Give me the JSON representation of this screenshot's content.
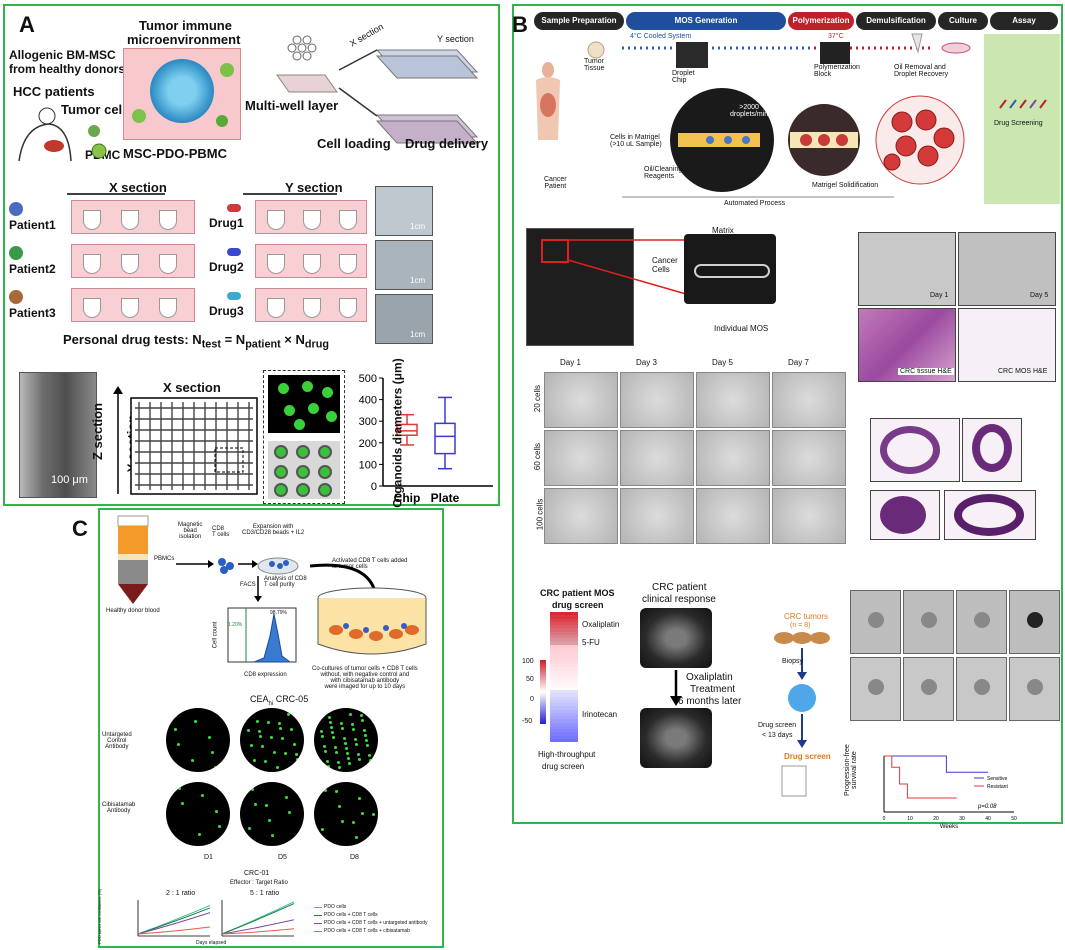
{
  "panel_a": {
    "label": "A",
    "top": {
      "bmmsc": "Allogenic BM-MSC",
      "bmmsc2": "from healthy donors",
      "hcc": "HCC patients",
      "tumor_cells": "Tumor cells",
      "pbmc": "PBMC",
      "tme_title": "Tumor immune",
      "tme_title2": "microenvironment",
      "mix": "MSC-PDO-PBMC",
      "multiwell": "Multi-well layer",
      "x_section": "X section",
      "y_section": "Y section",
      "cell_loading": "Cell loading",
      "drug_delivery": "Drug delivery"
    },
    "middle": {
      "x_section": "X section",
      "y_section": "Y section",
      "patients": [
        "Patient1",
        "Patient2",
        "Patient3"
      ],
      "drugs": [
        "Drug1",
        "Drug2",
        "Drug3"
      ],
      "scale": "1cm",
      "formula_prefix": "Personal drug tests: N",
      "formula_sub1": "test",
      "formula_mid": " = N",
      "formula_sub2": "patient",
      "formula_x": " × N",
      "formula_sub3": "drug"
    },
    "bottom": {
      "scale": "100 μm",
      "z_section": "Z section",
      "x_section": "X section",
      "y_section": "Y section"
    },
    "boxplot": {
      "ylabel": "Organoids diameters (μm)",
      "yticks": [
        "500",
        "400",
        "300",
        "200",
        "100",
        "0"
      ],
      "categories": [
        "Chip",
        "Plate"
      ]
    }
  },
  "panel_b": {
    "label": "B",
    "steps": [
      "Sample Preparation",
      "MOS Generation",
      "Polymerization",
      "Demulsification",
      "Culture",
      "Assay"
    ],
    "step_colors": [
      "#262626",
      "#1f4e9c",
      "#c0202a",
      "#262626",
      "#262626",
      "#262626"
    ],
    "cooled": "4°C Cooled System",
    "temp37": "37°C",
    "tumor_tissue": "Tumor\nTissue",
    "droplet_chip": "Droplet\nChip",
    "poly_block": "Polymerization\nBlock",
    "oil_removal": "Oil Removal and\nDroplet Recovery",
    "drug_screening": "Drug Screening",
    "rate": ">2000\ndroplets/min",
    "cells_matrigel": "Cells in Matrigel\n(>10 uL Sample)",
    "oil_reagents": "Oil/Cleaning\nReagents",
    "solidification": "Matrigel Solidification",
    "cancer_patient": "Cancer\nPatient",
    "automated": "Automated Process",
    "chip": {
      "matrix": "Matrix",
      "cancer_cells": "Cancer\nCells",
      "individual": "Individual MOS"
    },
    "histology": {
      "day1": "Day 1",
      "day5": "Day 5",
      "tissue": "CRC tissue H&E",
      "mos": "CRC MOS H&E"
    },
    "grid": {
      "days": [
        "Day 1",
        "Day 3",
        "Day 5",
        "Day 7"
      ],
      "rows": [
        "20 cells",
        "60 cells",
        "100 cells"
      ]
    },
    "heatmap": {
      "title": "CRC patient MOS",
      "title2": "drug screen",
      "drugs": [
        "Oxaliplatin",
        "5-FU",
        "Irinotecan"
      ],
      "scale_ticks": [
        "100",
        "50",
        "0",
        "-50"
      ],
      "footer": "High-throughput",
      "footer2": "drug screen"
    },
    "ct": {
      "title": "CRC patient",
      "title2": "clinical response",
      "treatment": "Oxaliplatin",
      "treatment2": "Treatment",
      "treatment3": "6 months later"
    },
    "flow": {
      "tumors": "CRC tumors",
      "n": "(n = 8)",
      "biopsy": "Biopsy",
      "screen": "Drug screen",
      "days": "< 13 days",
      "result": "Drug screen"
    },
    "km": {
      "ylabel": "Progression-free\nsurvival rate",
      "xlabel": "Weeks",
      "xticks": [
        "0",
        "10",
        "20",
        "30",
        "40",
        "50"
      ],
      "legend": [
        "Sensitive",
        "Resistant"
      ],
      "pvalue": "p=0.08"
    }
  },
  "panel_c": {
    "label": "C",
    "blood": "Healthy donor blood",
    "pbmcs": "PBMCs",
    "magnetic": "Magnetic\nbead\nisolation",
    "cd8": "CD8\nT cells",
    "expansion": "Expansion with\nCD3/CD28 beads + IL2",
    "activated": "Activated CD8 T cells added\nto tumor cells",
    "facs": "FACS",
    "analysis": "Analysis of CD8\nT cell purity",
    "hist_ylabel": "Cell count",
    "hist_xlabel": "CD8 expression",
    "pct1": "1.20%",
    "pct2": "98.79%",
    "coculture": "Co-cultures of tumor cells + CD8 T cells\nwithout, with negative control and\nwith cibisatamab antibody\nwere imaged for up to 10 days",
    "cea_title": "CEA",
    "cea_sub": "hi",
    "cea_rest": " CRC-05",
    "row1": "Untargeted\nControl\nAntibody",
    "row2": "Cibisatamab\nAntibody",
    "days": [
      "D1",
      "D5",
      "D8"
    ],
    "crc01": "CRC-01",
    "ratio_title": "Effector : Target Ratio",
    "ratios": [
      "2 : 1 ratio",
      "5 : 1 ratio"
    ],
    "ylabel": "PDO tumor cell confluence (%)",
    "xlabel": "Days elapsed",
    "legend": [
      "PDO cells",
      "PDO cells + CD8 T cells",
      "PDO cells + CD8 T cells + untargeted antibody",
      "PDO cells + CD8 T cells + cibisatamab"
    ],
    "legend_colors": [
      "#2ec4a0",
      "#1e7a3a",
      "#7a4aa8",
      "#e65a4a"
    ]
  }
}
